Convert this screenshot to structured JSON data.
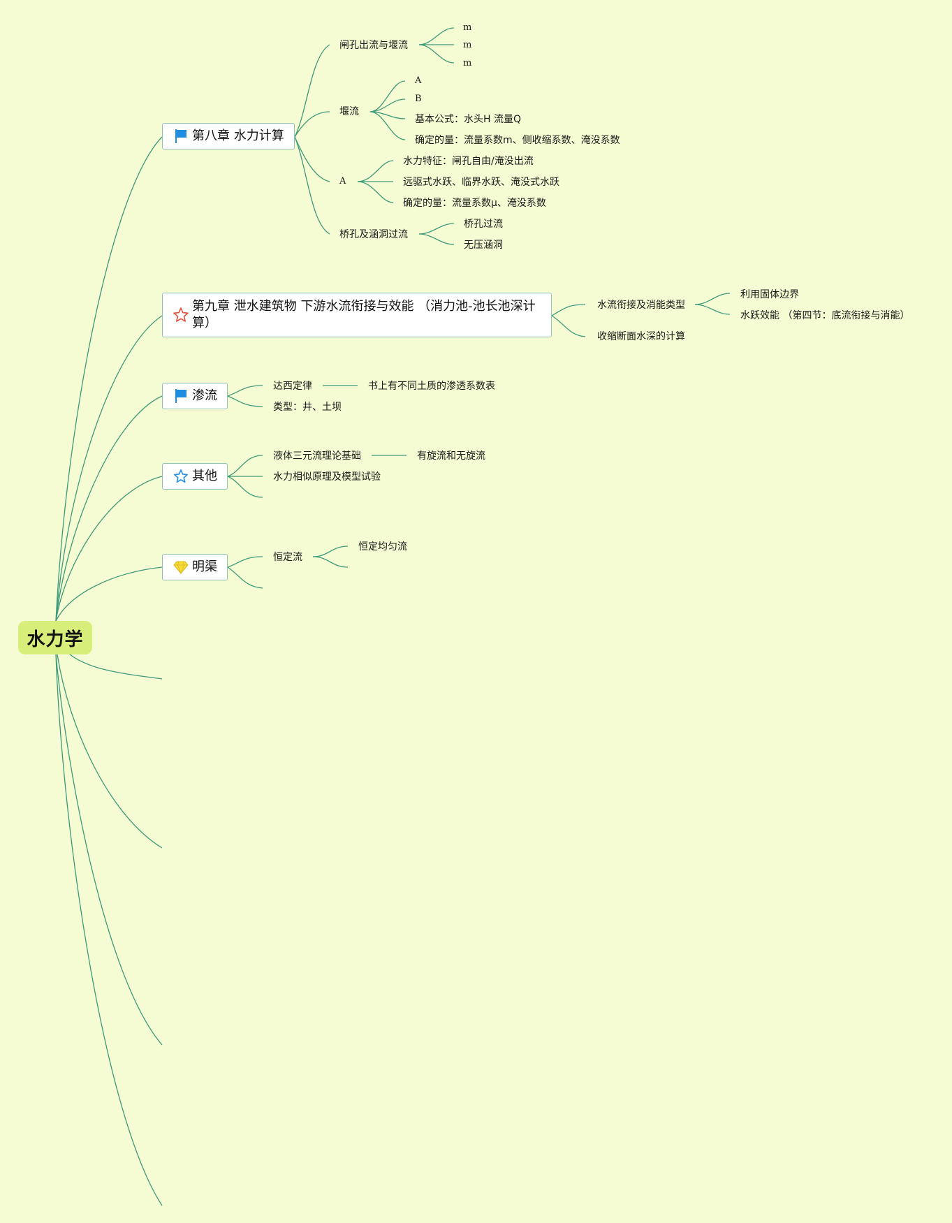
{
  "root": {
    "label": "水力学"
  },
  "colors": {
    "background": "#f5fbd2",
    "line": "#3d9a7a",
    "root_fill": "#d8ee7a",
    "node_border": "#8fc3b3",
    "flag_blue": "#1e8fe0",
    "star_red": "#e64c3c",
    "star_blue": "#2a8fe0",
    "diamond_yellow": "#f5dc3a"
  },
  "chapters": [
    {
      "label": "第八章 水力计算",
      "icon": "flag-icon",
      "children": [
        {
          "label": "闸孔出流与堰流",
          "children": [
            {
              "label": "m"
            },
            {
              "label": "m"
            },
            {
              "label": "m"
            }
          ]
        },
        {
          "label": "堰流",
          "children": [
            {
              "label": "A"
            },
            {
              "label": "B"
            },
            {
              "label": "基本公式：水头H 流量Q"
            },
            {
              "label": "确定的量：流量系数m、侧收缩系数、淹没系数"
            }
          ]
        },
        {
          "label": "A",
          "children": [
            {
              "label": "水力特征：闸孔自由/淹没出流"
            },
            {
              "label": "远驱式水跃、临界水跃、淹没式水跃"
            },
            {
              "label": "确定的量：流量系数μ、淹没系数"
            }
          ]
        },
        {
          "label": "桥孔及涵洞过流",
          "children": [
            {
              "label": "桥孔过流"
            },
            {
              "label": "无压涵洞"
            }
          ]
        }
      ]
    },
    {
      "label": "第九章 泄水建筑物 下游水流衔接与效能 （消力池-池长池深计算）",
      "icon": "star-outline-icon",
      "children": [
        {
          "label": "水流衔接及消能类型",
          "children": [
            {
              "label": "利用固体边界"
            },
            {
              "label": "水跃效能 （第四节：底流衔接与消能）"
            }
          ]
        },
        {
          "label": "收缩断面水深的计算",
          "children": []
        }
      ]
    },
    {
      "label": "渗流",
      "icon": "flag-icon",
      "children": [
        {
          "label": "达西定律",
          "children": [
            {
              "label": "书上有不同土质的渗透系数表"
            }
          ]
        },
        {
          "label": "类型：井、土坝",
          "children": []
        }
      ]
    },
    {
      "label": "其他",
      "icon": "star-outline-icon",
      "children": [
        {
          "label": "液体三元流理论基础",
          "children": [
            {
              "label": "有旋流和无旋流"
            }
          ]
        },
        {
          "label": "水力相似原理及模型试验",
          "children": []
        }
      ]
    },
    {
      "label": "明渠",
      "icon": "diamond-icon",
      "children": [
        {
          "label": "恒定流",
          "children": [
            {
              "label": "恒定均匀流"
            }
          ]
        }
      ]
    }
  ]
}
